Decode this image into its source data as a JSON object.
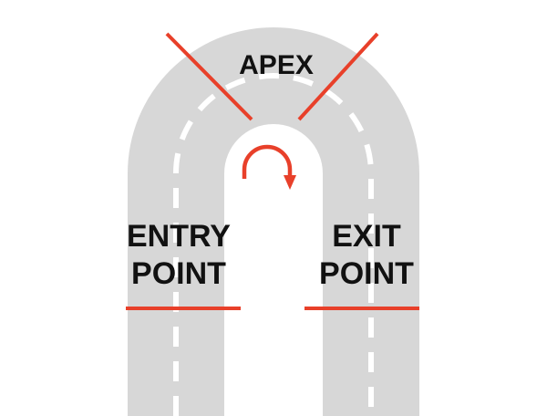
{
  "labels": {
    "apex": "APEX",
    "entry_line1": "ENTRY",
    "entry_line2": "POINT",
    "exit_line1": "EXIT",
    "exit_line2": "POINT"
  },
  "colors": {
    "road": "#d7d7d7",
    "lane_marking": "#ffffff",
    "marker": "#e8402a",
    "text": "#111111",
    "background": "#ffffff"
  },
  "icons": {
    "direction": "u-turn-arrow-icon"
  }
}
